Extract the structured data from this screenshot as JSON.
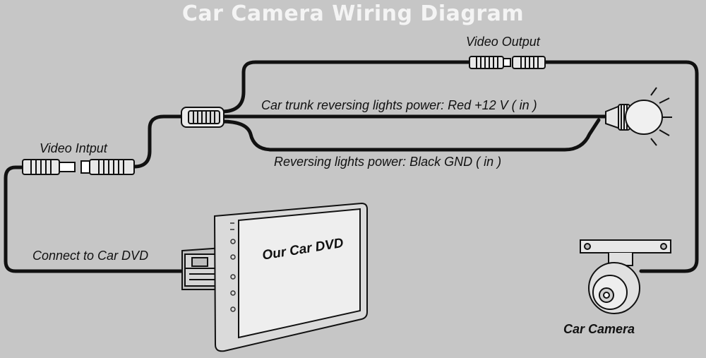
{
  "title": "Car Camera Wiring Diagram",
  "labels": {
    "video_output": "Video Output",
    "video_input": "Video Intput",
    "red_power": "Car trunk reversing lights power:  Red  +12 V ( in )",
    "black_gnd": "Reversing lights power:  Black  GND ( in )",
    "connect_dvd": "Connect to Car DVD",
    "screen_text": "Our Car DVD",
    "car_camera": "Car Camera"
  },
  "colors": {
    "background": "#c6c6c6",
    "wire": "#111111",
    "device_fill": "#d8d8d8",
    "title": "#f4f4f4"
  }
}
